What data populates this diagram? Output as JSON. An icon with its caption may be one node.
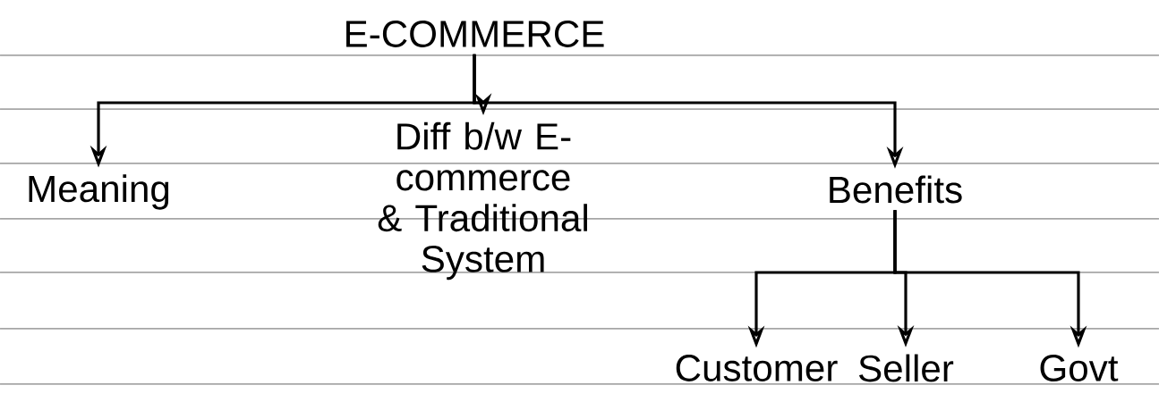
{
  "diagram": {
    "nodes": [
      {
        "text": [
          "E-COMMERCE"
        ]
      },
      {
        "text": [
          "Meaning"
        ]
      },
      {
        "text": [
          "Diff b/w E-commerce & Traditional System"
        ]
      },
      {
        "text": [
          "Benefits"
        ]
      },
      {
        "text": [
          "Customer"
        ]
      },
      {
        "text": [
          "Seller"
        ]
      },
      {
        "text": [
          "Govt"
        ]
      }
    ],
    "edges": [
      {
        "from": 0,
        "to": 1,
        "arrow": "to"
      },
      {
        "from": 0,
        "to": 2,
        "arrow": "to"
      },
      {
        "from": 0,
        "to": 3,
        "arrow": "to"
      },
      {
        "from": 3,
        "to": 4,
        "arrow": "to"
      },
      {
        "from": 3,
        "to": 5,
        "arrow": "to"
      },
      {
        "from": 3,
        "to": 6,
        "arrow": "to"
      }
    ]
  }
}
